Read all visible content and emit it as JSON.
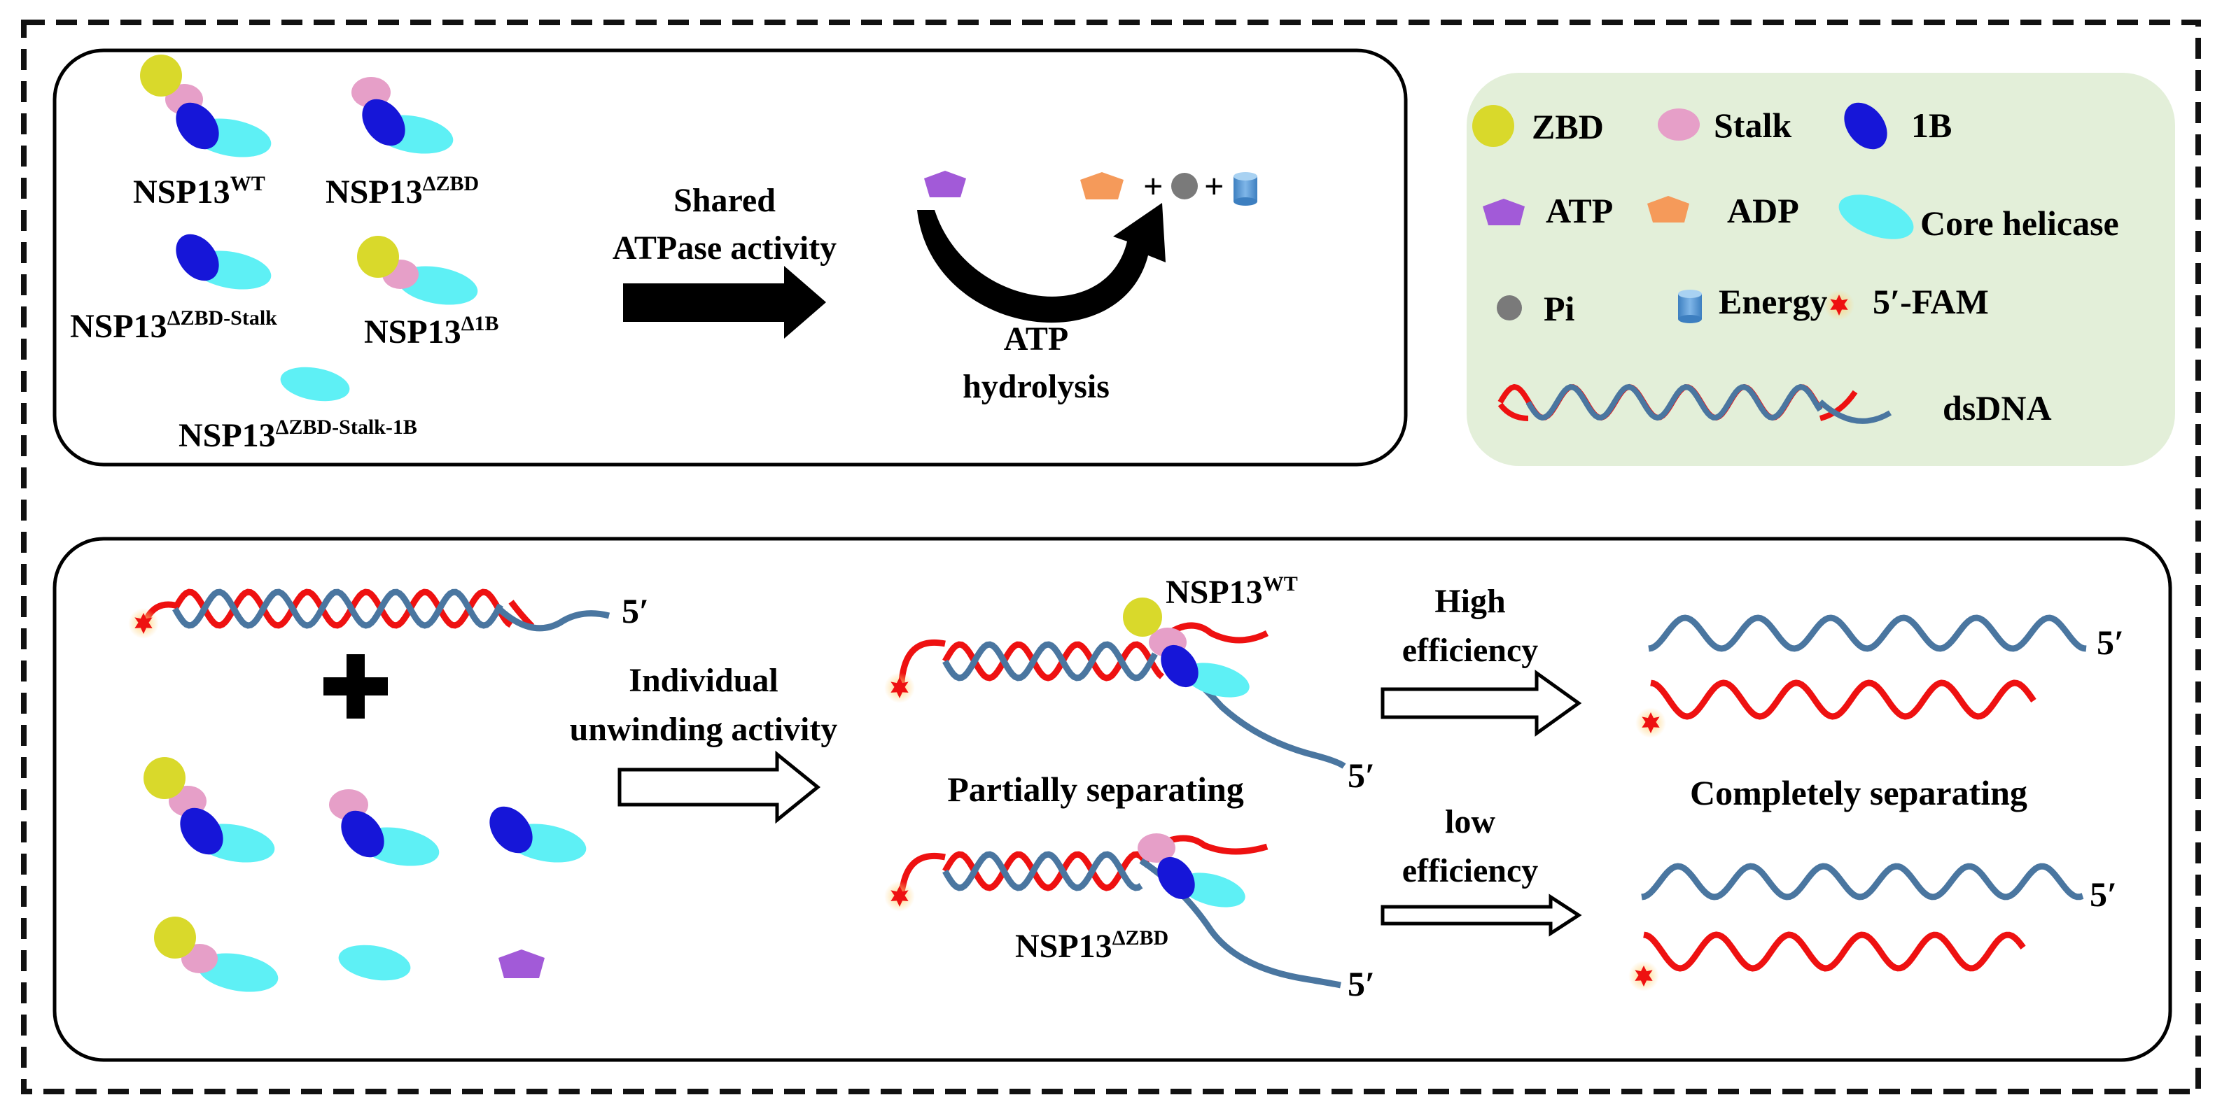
{
  "colors": {
    "zbd": "#d9d92b",
    "stalk": "#e69fc8",
    "one_b": "#1616d8",
    "core": "#5ef0f5",
    "atp": "#a25ad8",
    "adp": "#f59a5a",
    "pi": "#7a7a7a",
    "energy": "#5b9bd5",
    "dna_red": "#ee1111",
    "dna_blue": "#4a76a0",
    "legend_bg": "#e3efd9"
  },
  "top": {
    "variants": {
      "wt": {
        "base": "NSP13",
        "sup": "WT"
      },
      "dzbd": {
        "base": "NSP13",
        "sup": "ΔZBD"
      },
      "dzbd_stalk": {
        "base": "NSP13",
        "sup": "ΔZBD-Stalk"
      },
      "d1b": {
        "base": "NSP13",
        "sup": "Δ1B"
      },
      "dzbd_stalk_1b": {
        "base": "NSP13",
        "sup": "ΔZBD-Stalk-1B"
      }
    },
    "shared_line1": "Shared",
    "shared_line2": "ATPase activity",
    "plus": "+",
    "hydrolysis_line1": "ATP",
    "hydrolysis_line2": "hydrolysis"
  },
  "legend": {
    "zbd": "ZBD",
    "stalk": "Stalk",
    "one_b": "1B",
    "atp": "ATP",
    "adp": "ADP",
    "core": "Core helicase",
    "pi": "Pi",
    "energy": "Energy",
    "fam": "5′-FAM",
    "dsdna": "dsDNA"
  },
  "bottom": {
    "five_prime": "5′",
    "plus": "+",
    "individual_line1": "Individual",
    "individual_line2": "unwinding activity",
    "partially": "Partially separating",
    "wt_label": {
      "base": "NSP13",
      "sup": "WT"
    },
    "dzbd_label": {
      "base": "NSP13",
      "sup": "ΔZBD"
    },
    "high_line1": "High",
    "high_line2": "efficiency",
    "low_line1": "low",
    "low_line2": "efficiency",
    "completely": "Completely separating"
  }
}
